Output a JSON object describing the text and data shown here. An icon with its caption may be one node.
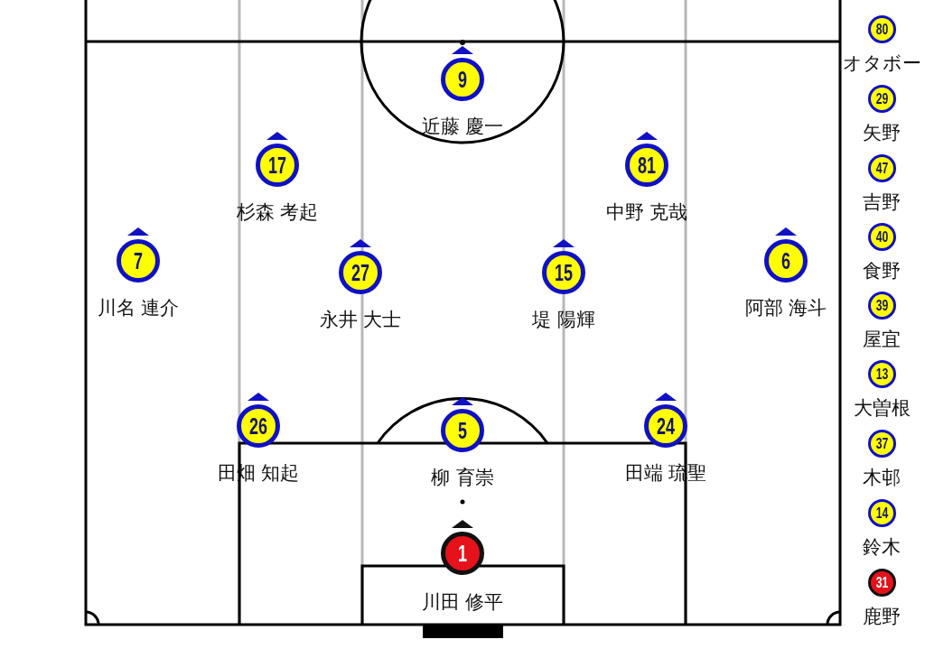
{
  "diagram": {
    "nodes": [
      {
        "text": [
          "9"
        ],
        "beside": [
          "近藤 慶一"
        ]
      },
      {
        "text": [
          "17"
        ],
        "beside": [
          "杉森 考起"
        ]
      },
      {
        "text": [
          "81"
        ],
        "beside": [
          "中野 克哉"
        ]
      },
      {
        "text": [
          "7"
        ],
        "beside": [
          "川名 連介"
        ]
      },
      {
        "text": [
          "27"
        ],
        "beside": [
          "永井 大士"
        ]
      },
      {
        "text": [
          "15"
        ],
        "beside": [
          "堤 陽輝"
        ]
      },
      {
        "text": [
          "6"
        ],
        "beside": [
          "阿部 海斗"
        ]
      },
      {
        "text": [
          "26"
        ],
        "beside": [
          "田畑 知起"
        ]
      },
      {
        "text": [
          "5"
        ],
        "beside": [
          "柳 育崇"
        ]
      },
      {
        "text": [
          "24"
        ],
        "beside": [
          "田端 琉聖"
        ]
      },
      {
        "text": [
          "1"
        ],
        "beside": [
          "川田 修平"
        ]
      },
      {
        "text": [
          "80"
        ],
        "beside": [
          "オタボー"
        ]
      },
      {
        "text": [
          "29"
        ],
        "beside": [
          "矢野"
        ]
      },
      {
        "text": [
          "47"
        ],
        "beside": [
          "吉野"
        ]
      },
      {
        "text": [
          "40"
        ],
        "beside": [
          "食野"
        ]
      },
      {
        "text": [
          "39"
        ],
        "beside": [
          "屋宜"
        ]
      },
      {
        "text": [
          "13"
        ],
        "beside": [
          "大曽根"
        ]
      },
      {
        "text": [
          "37"
        ],
        "beside": [
          "木邨"
        ]
      },
      {
        "text": [
          "14"
        ],
        "beside": [
          "鈴木"
        ]
      },
      {
        "text": [
          "31"
        ],
        "beside": [
          "鹿野"
        ]
      }
    ]
  }
}
